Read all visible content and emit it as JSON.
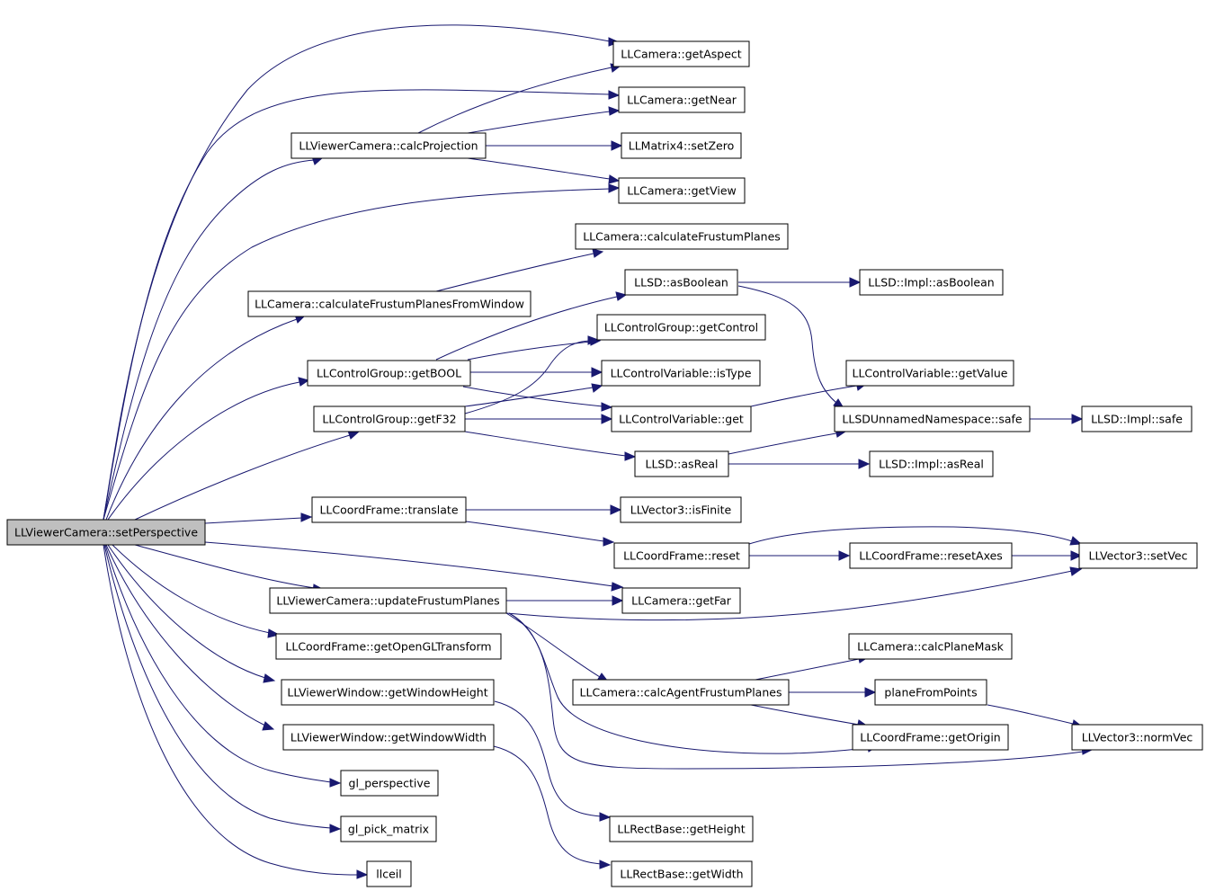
{
  "graph": {
    "nodes": [
      {
        "id": "root",
        "label": "LLViewerCamera::setPerspective",
        "root": true
      },
      {
        "id": "getAspect",
        "label": "LLCamera::getAspect"
      },
      {
        "id": "getNear",
        "label": "LLCamera::getNear"
      },
      {
        "id": "calcProjection",
        "label": "LLViewerCamera::calcProjection"
      },
      {
        "id": "setZero",
        "label": "LLMatrix4::setZero"
      },
      {
        "id": "getView",
        "label": "LLCamera::getView"
      },
      {
        "id": "calculateFrustumPlanes",
        "label": "LLCamera::calculateFrustumPlanes"
      },
      {
        "id": "calculateFrustumPlanesFromWindow",
        "label": "LLCamera::calculateFrustumPlanesFromWindow"
      },
      {
        "id": "asBoolean",
        "label": "LLSD::asBoolean"
      },
      {
        "id": "implAsBoolean",
        "label": "LLSD::Impl::asBoolean"
      },
      {
        "id": "getControl",
        "label": "LLControlGroup::getControl"
      },
      {
        "id": "getBOOL",
        "label": "LLControlGroup::getBOOL"
      },
      {
        "id": "isType",
        "label": "LLControlVariable::isType"
      },
      {
        "id": "getValue",
        "label": "LLControlVariable::getValue"
      },
      {
        "id": "getF32",
        "label": "LLControlGroup::getF32"
      },
      {
        "id": "cvGet",
        "label": "LLControlVariable::get"
      },
      {
        "id": "safe",
        "label": "LLSDUnnamedNamespace::safe"
      },
      {
        "id": "implSafe",
        "label": "LLSD::Impl::safe"
      },
      {
        "id": "asReal",
        "label": "LLSD::asReal"
      },
      {
        "id": "implAsReal",
        "label": "LLSD::Impl::asReal"
      },
      {
        "id": "translate",
        "label": "LLCoordFrame::translate"
      },
      {
        "id": "isFinite",
        "label": "LLVector3::isFinite"
      },
      {
        "id": "reset",
        "label": "LLCoordFrame::reset"
      },
      {
        "id": "resetAxes",
        "label": "LLCoordFrame::resetAxes"
      },
      {
        "id": "setVec",
        "label": "LLVector3::setVec"
      },
      {
        "id": "updateFrustumPlanes",
        "label": "LLViewerCamera::updateFrustumPlanes"
      },
      {
        "id": "getFar",
        "label": "LLCamera::getFar"
      },
      {
        "id": "getOpenGLTransform",
        "label": "LLCoordFrame::getOpenGLTransform"
      },
      {
        "id": "calcPlaneMask",
        "label": "LLCamera::calcPlaneMask"
      },
      {
        "id": "getWindowHeight",
        "label": "LLViewerWindow::getWindowHeight"
      },
      {
        "id": "calcAgentFrustumPlanes",
        "label": "LLCamera::calcAgentFrustumPlanes"
      },
      {
        "id": "planeFromPoints",
        "label": "planeFromPoints"
      },
      {
        "id": "getWindowWidth",
        "label": "LLViewerWindow::getWindowWidth"
      },
      {
        "id": "getOrigin",
        "label": "LLCoordFrame::getOrigin"
      },
      {
        "id": "normVec",
        "label": "LLVector3::normVec"
      },
      {
        "id": "glPerspective",
        "label": "gl_perspective"
      },
      {
        "id": "glPickMatrix",
        "label": "gl_pick_matrix"
      },
      {
        "id": "getHeight",
        "label": "LLRectBase::getHeight"
      },
      {
        "id": "llceil",
        "label": "llceil"
      },
      {
        "id": "getWidth",
        "label": "LLRectBase::getWidth"
      }
    ],
    "edges": [
      {
        "from": "root",
        "to": "getAspect"
      },
      {
        "from": "root",
        "to": "getNear"
      },
      {
        "from": "root",
        "to": "calcProjection"
      },
      {
        "from": "root",
        "to": "getView"
      },
      {
        "from": "root",
        "to": "calculateFrustumPlanesFromWindow"
      },
      {
        "from": "root",
        "to": "getBOOL"
      },
      {
        "from": "root",
        "to": "getF32"
      },
      {
        "from": "root",
        "to": "translate"
      },
      {
        "from": "root",
        "to": "getFar"
      },
      {
        "from": "root",
        "to": "updateFrustumPlanes"
      },
      {
        "from": "root",
        "to": "getOpenGLTransform"
      },
      {
        "from": "root",
        "to": "getWindowHeight"
      },
      {
        "from": "root",
        "to": "getWindowWidth"
      },
      {
        "from": "root",
        "to": "glPerspective"
      },
      {
        "from": "root",
        "to": "glPickMatrix"
      },
      {
        "from": "root",
        "to": "llceil"
      },
      {
        "from": "calcProjection",
        "to": "getAspect"
      },
      {
        "from": "calcProjection",
        "to": "getNear"
      },
      {
        "from": "calcProjection",
        "to": "setZero"
      },
      {
        "from": "calcProjection",
        "to": "getView"
      },
      {
        "from": "calculateFrustumPlanesFromWindow",
        "to": "calculateFrustumPlanes"
      },
      {
        "from": "getBOOL",
        "to": "asBoolean"
      },
      {
        "from": "getBOOL",
        "to": "getControl"
      },
      {
        "from": "getBOOL",
        "to": "isType"
      },
      {
        "from": "getBOOL",
        "to": "cvGet"
      },
      {
        "from": "getF32",
        "to": "getControl"
      },
      {
        "from": "getF32",
        "to": "isType"
      },
      {
        "from": "getF32",
        "to": "cvGet"
      },
      {
        "from": "getF32",
        "to": "asReal"
      },
      {
        "from": "asBoolean",
        "to": "implAsBoolean"
      },
      {
        "from": "asBoolean",
        "to": "safe"
      },
      {
        "from": "cvGet",
        "to": "getValue"
      },
      {
        "from": "safe",
        "to": "implSafe"
      },
      {
        "from": "asReal",
        "to": "safe"
      },
      {
        "from": "asReal",
        "to": "implAsReal"
      },
      {
        "from": "translate",
        "to": "isFinite"
      },
      {
        "from": "translate",
        "to": "reset"
      },
      {
        "from": "reset",
        "to": "resetAxes"
      },
      {
        "from": "reset",
        "to": "setVec"
      },
      {
        "from": "resetAxes",
        "to": "setVec"
      },
      {
        "from": "updateFrustumPlanes",
        "to": "getFar"
      },
      {
        "from": "updateFrustumPlanes",
        "to": "setVec"
      },
      {
        "from": "updateFrustumPlanes",
        "to": "calcAgentFrustumPlanes"
      },
      {
        "from": "updateFrustumPlanes",
        "to": "getOrigin"
      },
      {
        "from": "updateFrustumPlanes",
        "to": "normVec"
      },
      {
        "from": "calcAgentFrustumPlanes",
        "to": "calcPlaneMask"
      },
      {
        "from": "calcAgentFrustumPlanes",
        "to": "planeFromPoints"
      },
      {
        "from": "calcAgentFrustumPlanes",
        "to": "getOrigin"
      },
      {
        "from": "planeFromPoints",
        "to": "normVec"
      },
      {
        "from": "getWindowHeight",
        "to": "getHeight"
      },
      {
        "from": "getWindowWidth",
        "to": "getWidth"
      }
    ]
  }
}
